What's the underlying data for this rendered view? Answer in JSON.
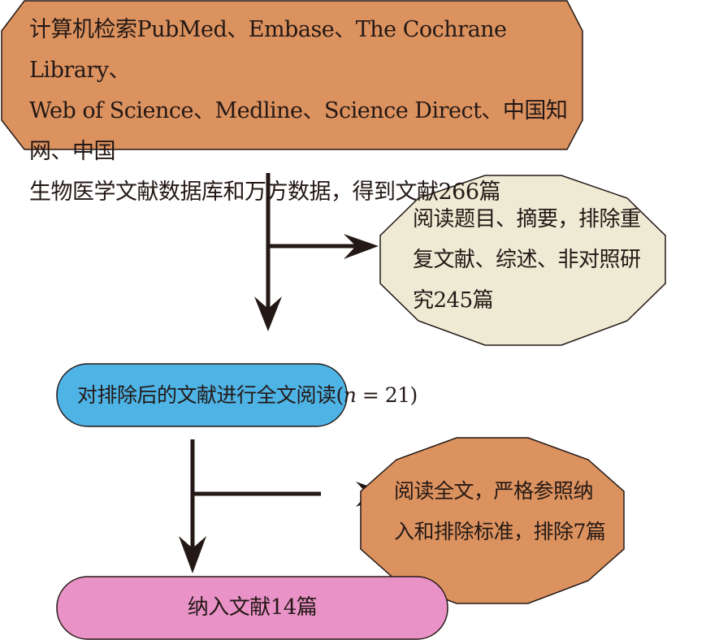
{
  "colors": {
    "search_box_fill": "#dc925f",
    "exclude1_fill": "#eeead4",
    "fulltext_fill": "#4eb3e5",
    "exclude2_fill": "#dc925f",
    "included_fill": "#e992c7",
    "stroke": "#231815"
  },
  "nodes": {
    "search": {
      "lines": [
        "计算机检索PubMed、Embase、The Cochrane Library、",
        "Web of Science、Medline、Science Direct、中国知网、中国",
        "生物医学文献数据库和万方数据，得到文献266篇"
      ]
    },
    "exclude_screening": {
      "lines": [
        "阅读题目、摘要，排除重",
        "复文献、综述、非对照研",
        "究245篇"
      ]
    },
    "full_text_review": {
      "text_prefix": "对排除后的文献进行全文阅读(",
      "n_symbol": "n",
      "text_suffix": " = 21)"
    },
    "exclude_fulltext": {
      "lines": [
        "阅读全文，严格参照纳",
        "入和排除标准，排除7篇"
      ]
    },
    "included": {
      "text": "纳入文献14篇"
    }
  },
  "edges": [
    {
      "from": "search",
      "to": "full_text_review",
      "type": "down-arrow"
    },
    {
      "from": "search",
      "to": "exclude_screening",
      "type": "branch-right-arrow"
    },
    {
      "from": "full_text_review",
      "to": "included",
      "type": "down-arrow"
    },
    {
      "from": "full_text_review",
      "to": "exclude_fulltext",
      "type": "branch-right-arrow"
    }
  ]
}
